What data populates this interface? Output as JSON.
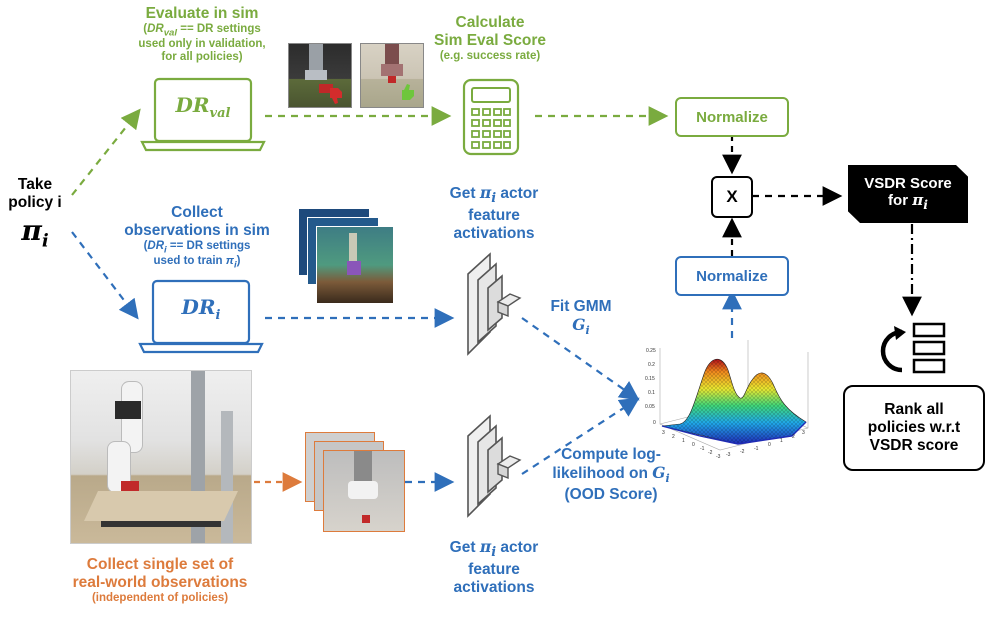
{
  "policy": {
    "line1": "Take",
    "line2": "policy i",
    "symbol": "π",
    "subscript": "i"
  },
  "sim_eval": {
    "title": "Evaluate in sim",
    "note_l1": "== DR settings",
    "note_l2": "used only in validation,",
    "note_l3": "for all policies)",
    "dr_var": "DR",
    "dr_sub": "val"
  },
  "score_calc": {
    "title_l1": "Calculate",
    "title_l2": "Sim Eval Score",
    "note": "(e.g. success rate)"
  },
  "normalize_top": "Normalize",
  "normalize_bottom": "Normalize",
  "multiply": "X",
  "vsdr": {
    "line1": "VSDR Score",
    "line2": "for"
  },
  "collect_sim": {
    "title_l1": "Collect",
    "title_l2": "observations in sim",
    "note_l1": "== DR settings",
    "note_l2": "used to train",
    "dr_var": "DR",
    "dr_sub": "i"
  },
  "features_top": {
    "line1": "Get",
    "line1b": "actor",
    "line2": "feature",
    "line3": "activations"
  },
  "features_bottom": {
    "line1": "Get",
    "line1b": "actor",
    "line2": "feature",
    "line3": "activations"
  },
  "gmm": {
    "line1": "Fit GMM",
    "var": "G",
    "sub": "i"
  },
  "loglik": {
    "line1": "Compute log-",
    "line2": "likelihood on",
    "line3": "(OOD Score)"
  },
  "real": {
    "title_l1": "Collect single set of",
    "title_l2": "real-world observations",
    "note": "(independent of policies)"
  },
  "rank": {
    "line1": "Rank all",
    "line2": "policies w.r.t",
    "line3": "VSDR score"
  },
  "plot_axis": {
    "z_ticks": [
      "0.25",
      "0.2",
      "0.15",
      "0.1",
      "0.05",
      "0"
    ],
    "x_ticks": [
      "3",
      "2",
      "1",
      "0",
      "-1",
      "-2",
      "-3"
    ],
    "y_ticks": [
      "-3",
      "-2",
      "-1",
      "0",
      "1",
      "2",
      "3"
    ]
  },
  "colors": {
    "green": "#7aab3f",
    "blue": "#2f6fba",
    "orange": "#dd7b3c",
    "black": "#000000"
  }
}
